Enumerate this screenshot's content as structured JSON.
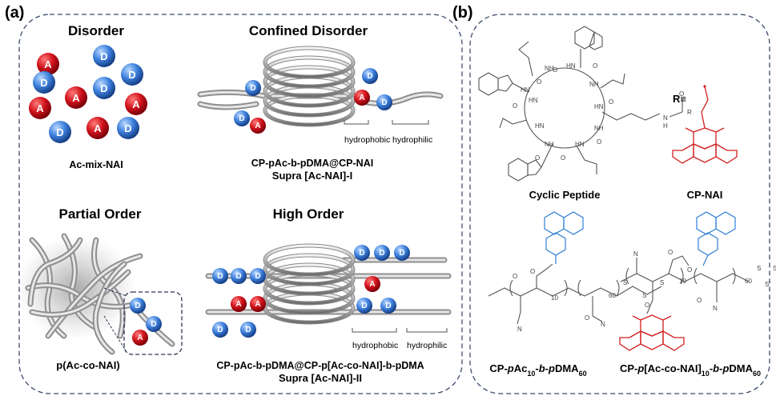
{
  "panels": {
    "a": {
      "label": "(a)",
      "sections": {
        "disorder": {
          "title": "Disorder",
          "caption": "Ac-mix-NAI"
        },
        "confined": {
          "title": "Confined Disorder",
          "caption_line1": "CP-pAc-b-pDMA@CP-NAI",
          "caption_line2": "Supra [Ac-NAI]-I",
          "region_hydrophobic": "hydrophobic",
          "region_hydrophilic": "hydrophilic"
        },
        "partial": {
          "title": "Partial Order",
          "caption": "p(Ac-co-NAI)"
        },
        "high": {
          "title": "High Order",
          "caption_line1": "CP-pAc-b-pDMA@CP-p[Ac-co-NAI]-b-pDMA",
          "caption_line2": "Supra [Ac-NAI]-II",
          "region_hydrophobic": "hydrophobic",
          "region_hydrophilic": "hydrophilic"
        }
      },
      "bead_labels": {
        "acceptor": "A",
        "donor": "D"
      }
    },
    "b": {
      "label": "(b)",
      "cyclic_peptide": {
        "caption": "Cyclic Peptide",
        "atoms": [
          "NH",
          "HN",
          "NH",
          "HN",
          "NH",
          "HN",
          "NH",
          "HN",
          "HN",
          "HN",
          "O",
          "O",
          "O",
          "O",
          "O",
          "O",
          "O",
          "O",
          "N",
          "H",
          "O",
          "R"
        ]
      },
      "r_group": {
        "label": "R≡",
        "caption": "CP-NAI"
      },
      "polymer1": {
        "caption": "CP-pAc10-b-pDMA60",
        "sub1": "10",
        "sub2": "60",
        "atoms": [
          "O",
          "O",
          "N",
          "10",
          "60",
          "S",
          "S",
          "S",
          "N",
          "O"
        ]
      },
      "polymer2": {
        "caption": "CP-p[Ac-co-NAI]10-b-pDMA60",
        "sub1": "10",
        "sub2": "60",
        "atoms": [
          "N",
          "O",
          "O",
          "O",
          "10",
          "60",
          "S",
          "S",
          "S",
          "N",
          "O"
        ]
      }
    }
  },
  "colors": {
    "acceptor": "#d0121b",
    "donor": "#3c7fdc",
    "border": "#3b4a6b",
    "ac_blue": "#2f7fd8",
    "nai_red": "#d21f1f",
    "bond": "#555555"
  }
}
